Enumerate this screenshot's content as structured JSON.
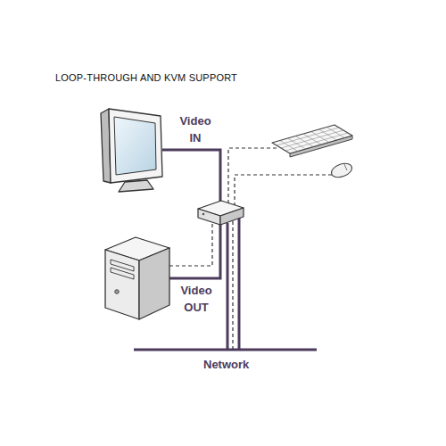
{
  "diagram": {
    "title": "LOOP-THROUGH AND KVM SUPPORT",
    "labels": [
      "Video IN",
      "Video OUT",
      "Network"
    ]
  }
}
